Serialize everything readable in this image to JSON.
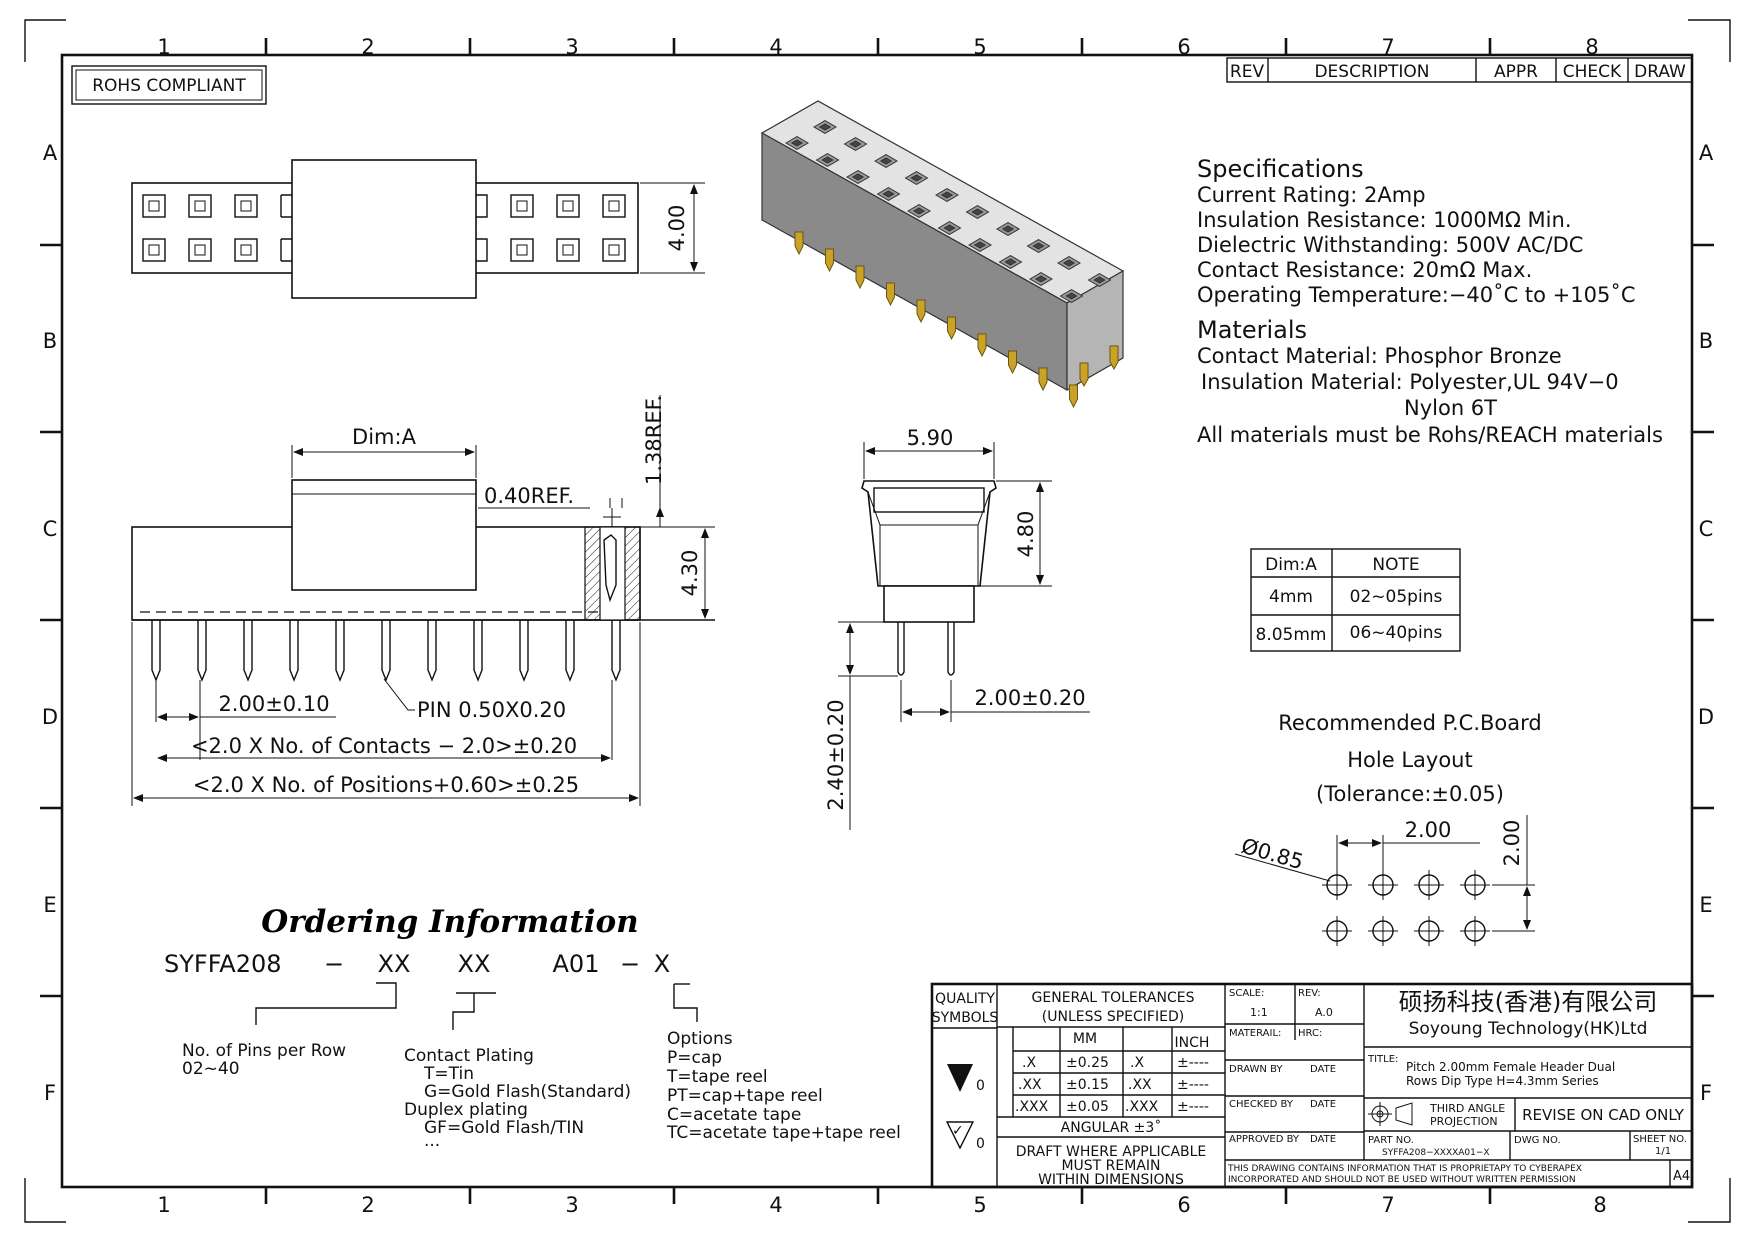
{
  "frame": {
    "col_labels": [
      "1",
      "2",
      "3",
      "4",
      "5",
      "6",
      "7",
      "8"
    ],
    "row_labels": [
      "A",
      "B",
      "C",
      "D",
      "E",
      "F"
    ]
  },
  "rohs": "ROHS COMPLIANT",
  "revision_block": {
    "rev": "REV",
    "description": "DESCRIPTION",
    "appr": "APPR",
    "check": "CHECK",
    "draw": "DRAW"
  },
  "specifications": {
    "heading": "Specifications",
    "current_rating": "Current  Rating:    2Amp",
    "insulation_resistance": "Insulation  Resistance:    1000MΩ  Min.",
    "dielectric": "Dielectric  Withstanding:    500V  AC/DC",
    "contact_resistance": "Contact  Resistance:    20mΩ  Max.",
    "operating_temp": "Operating  Temperature:−40˚C  to  +105˚C"
  },
  "materials": {
    "heading": "Materials",
    "contact": "Contact  Material:  Phosphor  Bronze",
    "insulation": "Insulation  Material:  Polyester,UL  94V−0",
    "insulation_2": "Nylon  6T",
    "note": "All  materials  must  be  Rohs/REACH  materials"
  },
  "dims": {
    "top_height": "4.00",
    "dim_a": "Dim:A",
    "ref_138": "1.38REF.",
    "ref_040": "0.40REF.",
    "height_430": "4.30",
    "pitch": "2.00±0.10",
    "pin": "PIN  0.50X0.20",
    "contacts": "<2.0  X  No.  of  Contacts  −  2.0>±0.20",
    "positions": "<2.0  X  No.  of  Positions+0.60>±0.25",
    "width_590": "5.90",
    "height_480": "4.80",
    "row_pitch": "2.00±0.20",
    "tail": "2.40±0.20"
  },
  "dim_table": {
    "headers": [
      "Dim:A",
      "NOTE"
    ],
    "rows": [
      [
        "4mm",
        "02~05pins"
      ],
      [
        "8.05mm",
        "06~40pins"
      ]
    ]
  },
  "pcb": {
    "line1": "Recommended  P.C.Board",
    "line2": "Hole  Layout",
    "line3": "(Tolerance:±0.05)",
    "hole": "Ø0.85",
    "pitch_x": "2.00",
    "pitch_y": "2.00"
  },
  "ordering": {
    "heading": "Ordering Information",
    "code_base": "SYFFA208",
    "dash1": "−",
    "xx1": "XX",
    "xx2": "XX",
    "a01": "A01",
    "dash2": "−",
    "x": "X",
    "pins_1": "No.  of  Pins  per  Row",
    "pins_2": "02~40",
    "plating": [
      "Contact  Plating",
      "T=Tin",
      "G=Gold  Flash(Standard)",
      "Duplex  plating",
      "GF=Gold  Flash/TIN",
      "..."
    ],
    "options": [
      "Options",
      "P=cap",
      "T=tape  reel",
      "PT=cap+tape  reel",
      "C=acetate  tape",
      "TC=acetate  tape+tape  reel"
    ]
  },
  "title_block": {
    "quality": "QUALITY",
    "symbols": "SYMBOLS",
    "sym_val": "0",
    "gen_tol": "GENERAL  TOLERANCES",
    "unless": "(UNLESS  SPECIFIED)",
    "mm": "MM",
    "inch": "INCH",
    "tol_rows": [
      [
        ".X",
        "±0.25",
        ".X",
        "±----"
      ],
      [
        ".XX",
        "±0.15",
        ".XX",
        "±----"
      ],
      [
        ".XXX",
        "±0.05",
        ".XXX",
        "±----"
      ]
    ],
    "angular": "ANGULAR  ±3˚",
    "draft_1": "DRAFT  WHERE  APPLICABLE",
    "draft_2": "MUST  REMAIN",
    "draft_3": "WITHIN  DIMENSIONS",
    "scale_label": "SCALE:",
    "scale": "1:1",
    "rev_label": "REV:",
    "rev": "A.0",
    "material": "MATERAIL:",
    "hrc": "HRC:",
    "drawn": "DRAWN  BY",
    "checked": "CHECKED  BY",
    "approved": "APPROVED  BY",
    "date": "DATE",
    "company_cn": "硕扬科技(香港)有限公司",
    "company_en": "Soyoung  Technology(HK)Ltd",
    "title_label": "TITLE:",
    "title_1": "Pitch  2.00mm  Female  Header  Dual",
    "title_2": "Rows  Dip  Type  H=4.3mm  Series",
    "third_1": "THIRD  ANGLE",
    "third_2": "PROJECTION",
    "revise": "REVISE  ON  CAD  ONLY",
    "part_label": "PART  NO.",
    "part_no": "SYFFA208−XXXXA01−X",
    "dwg": "DWG  NO.",
    "sheet_label": "SHEET  NO.",
    "sheet": "1/1",
    "prop_1": "THIS  DRAWING  CONTAINS  INFORMATION  THAT  IS  PROPRIETAPY  TO  CYBERAPEX",
    "prop_2": "INCORPORATED  AND  SHOULD  NOT  BE  USED  WITHOUT  WRITTEN  PERMISSION",
    "size": "A4"
  }
}
